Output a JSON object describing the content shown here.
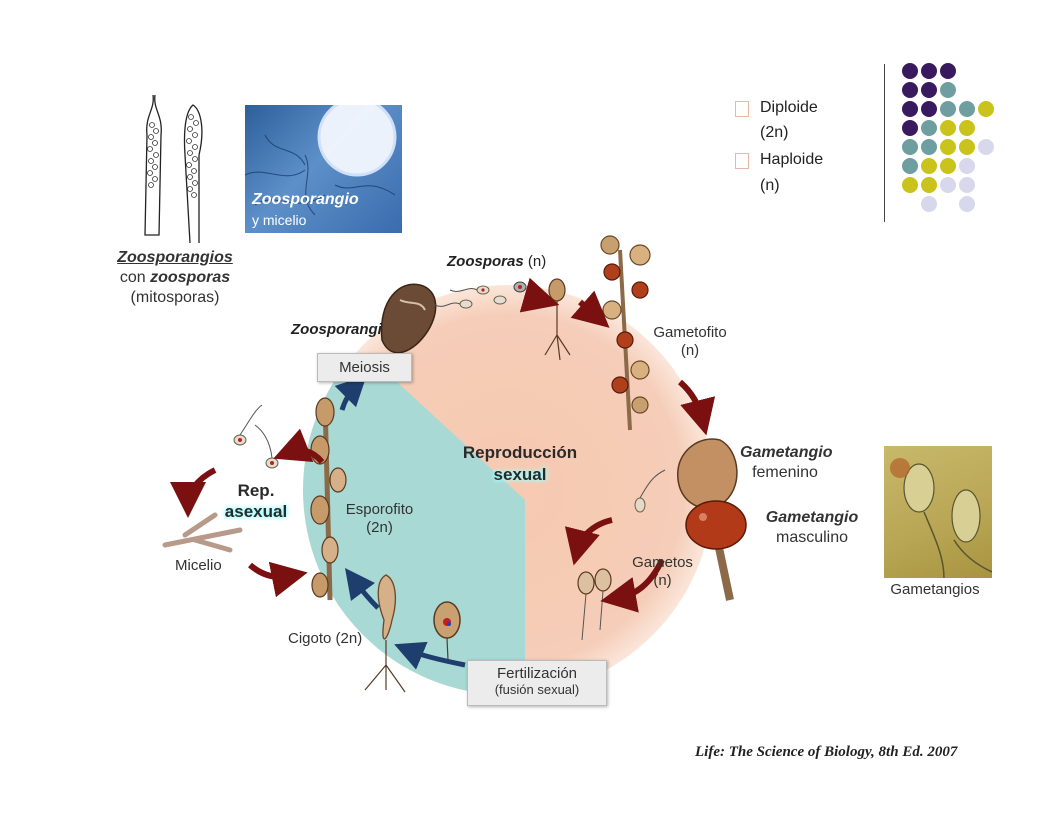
{
  "legend": {
    "diploid_label": "Diploide",
    "diploid_sub": "(2n)",
    "haploid_label": "Haploide",
    "haploid_sub": "(n)"
  },
  "photos": {
    "zoosporangio_title": "Zoosporangio",
    "zoosporangio_sub": "y micelio",
    "gametangios_caption": "Gametangios"
  },
  "left_caption": {
    "line1": "Zoosporangios",
    "line2_plain": "con ",
    "line2_bold": "zoosporas",
    "line3": "(mitosporas)"
  },
  "cycle": {
    "zoosporas": "Zoosporas",
    "zoosporas_ploidy": "(n)",
    "zoosporangio": "Zoosporangi",
    "meiosis": "Meiosis",
    "gametofito": "Gametofito",
    "gametofito_ploidy": "(n)",
    "gametangio_fem_title": "Gametangio",
    "gametangio_fem_sub": "femenino",
    "gametangio_masc_title": "Gametangio",
    "gametangio_masc_sub": "masculino",
    "gametos": "Gametos",
    "gametos_ploidy": "(n)",
    "fertilizacion": "Fertilización",
    "fertilizacion_sub": "(fusión sexual)",
    "cigoto": "Cigoto (2n)",
    "esporofito": "Esporofito",
    "esporofito_ploidy": "(2n)",
    "micelio": "Micelio",
    "rep_asexual_1": "Rep.",
    "rep_asexual_2": "asexual",
    "rep_sexual_1": "Reproducción",
    "rep_sexual_2": "sexual"
  },
  "citation": "Life: The Science of Biology, 8th Ed. 2007",
  "colors": {
    "haploid_bg": "#f5cdb8",
    "diploid_bg": "#a8d9d4",
    "arrow_red": "#7a1010",
    "arrow_blue": "#1e3f6e",
    "dot_purple": "#3a1a5e",
    "dot_teal": "#6f9ea0",
    "dot_yellow": "#c9c31c",
    "dot_lavender": "#d8d8ec"
  }
}
